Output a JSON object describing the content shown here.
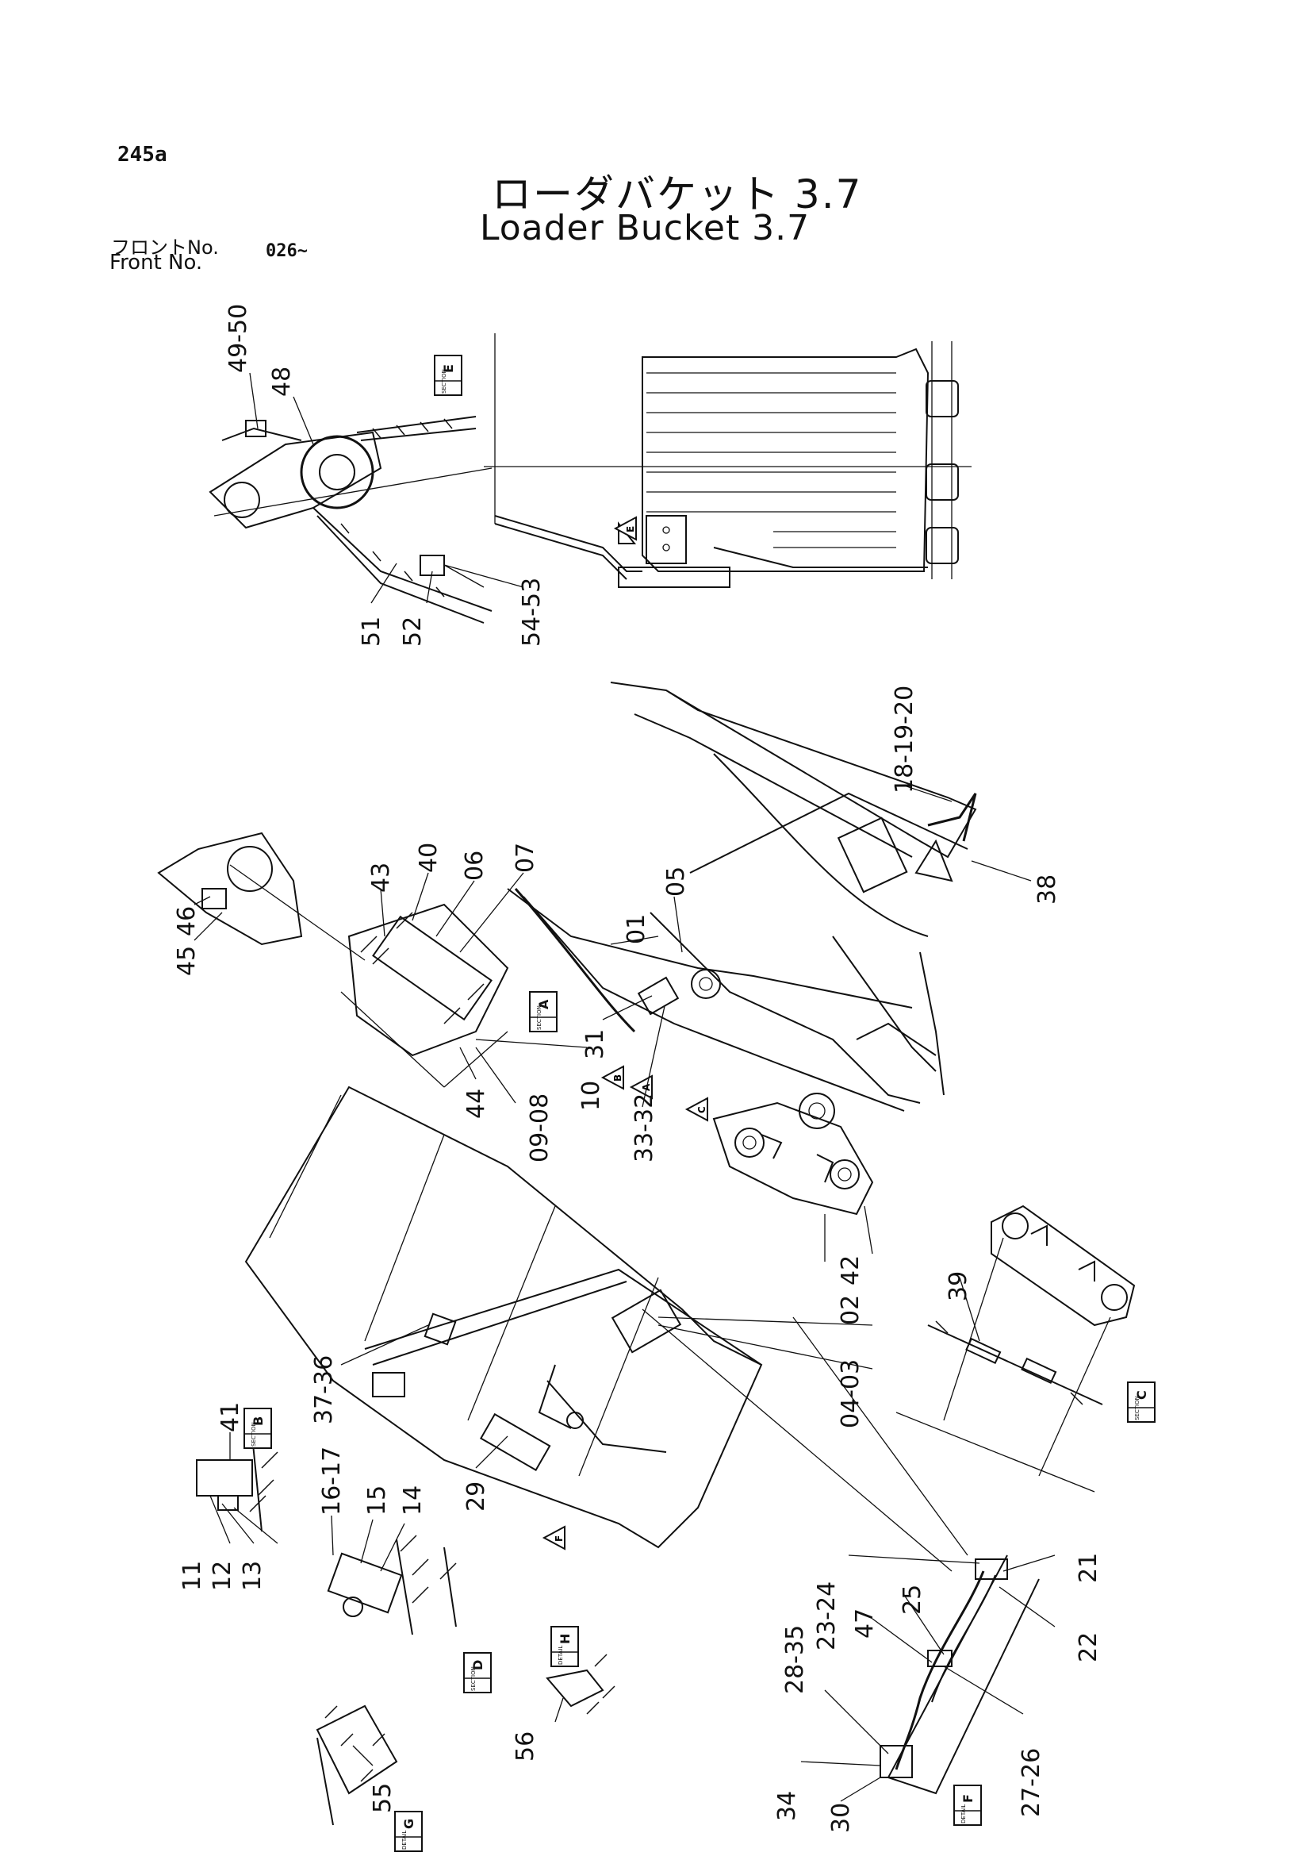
{
  "header": {
    "page_code": "245a",
    "title_jp": "ローダバケット 3.7",
    "title_en": "Loader Bucket 3.7",
    "front_label_jp": "フロントNo.",
    "front_label_en": "Front No.",
    "front_value": "026~"
  },
  "sections": [
    {
      "label": "E",
      "caption": "SECTION"
    },
    {
      "label": "A",
      "caption": "SECTION"
    },
    {
      "label": "B",
      "caption": "SECTION"
    },
    {
      "label": "C",
      "caption": "SECTION"
    },
    {
      "label": "D",
      "caption": "SECTION"
    },
    {
      "label": "H",
      "caption": "DETAIL"
    },
    {
      "label": "G",
      "caption": "DETAIL"
    },
    {
      "label": "F",
      "caption": "DETAIL"
    }
  ],
  "view_markers": [
    "E",
    "B",
    "A",
    "C",
    "F"
  ],
  "part_labels": [
    "49-50",
    "48",
    "51",
    "52",
    "54-53",
    "18-19-20",
    "38",
    "43",
    "40",
    "06",
    "07",
    "01",
    "05",
    "46",
    "45",
    "31",
    "44",
    "09-08",
    "10",
    "33-32",
    "04-03",
    "02",
    "42",
    "39",
    "37-36",
    "41",
    "11",
    "12",
    "13",
    "16-17",
    "15",
    "14",
    "29",
    "23-24",
    "21",
    "25",
    "22",
    "28-35",
    "47",
    "27-26",
    "34",
    "30",
    "56",
    "55"
  ]
}
